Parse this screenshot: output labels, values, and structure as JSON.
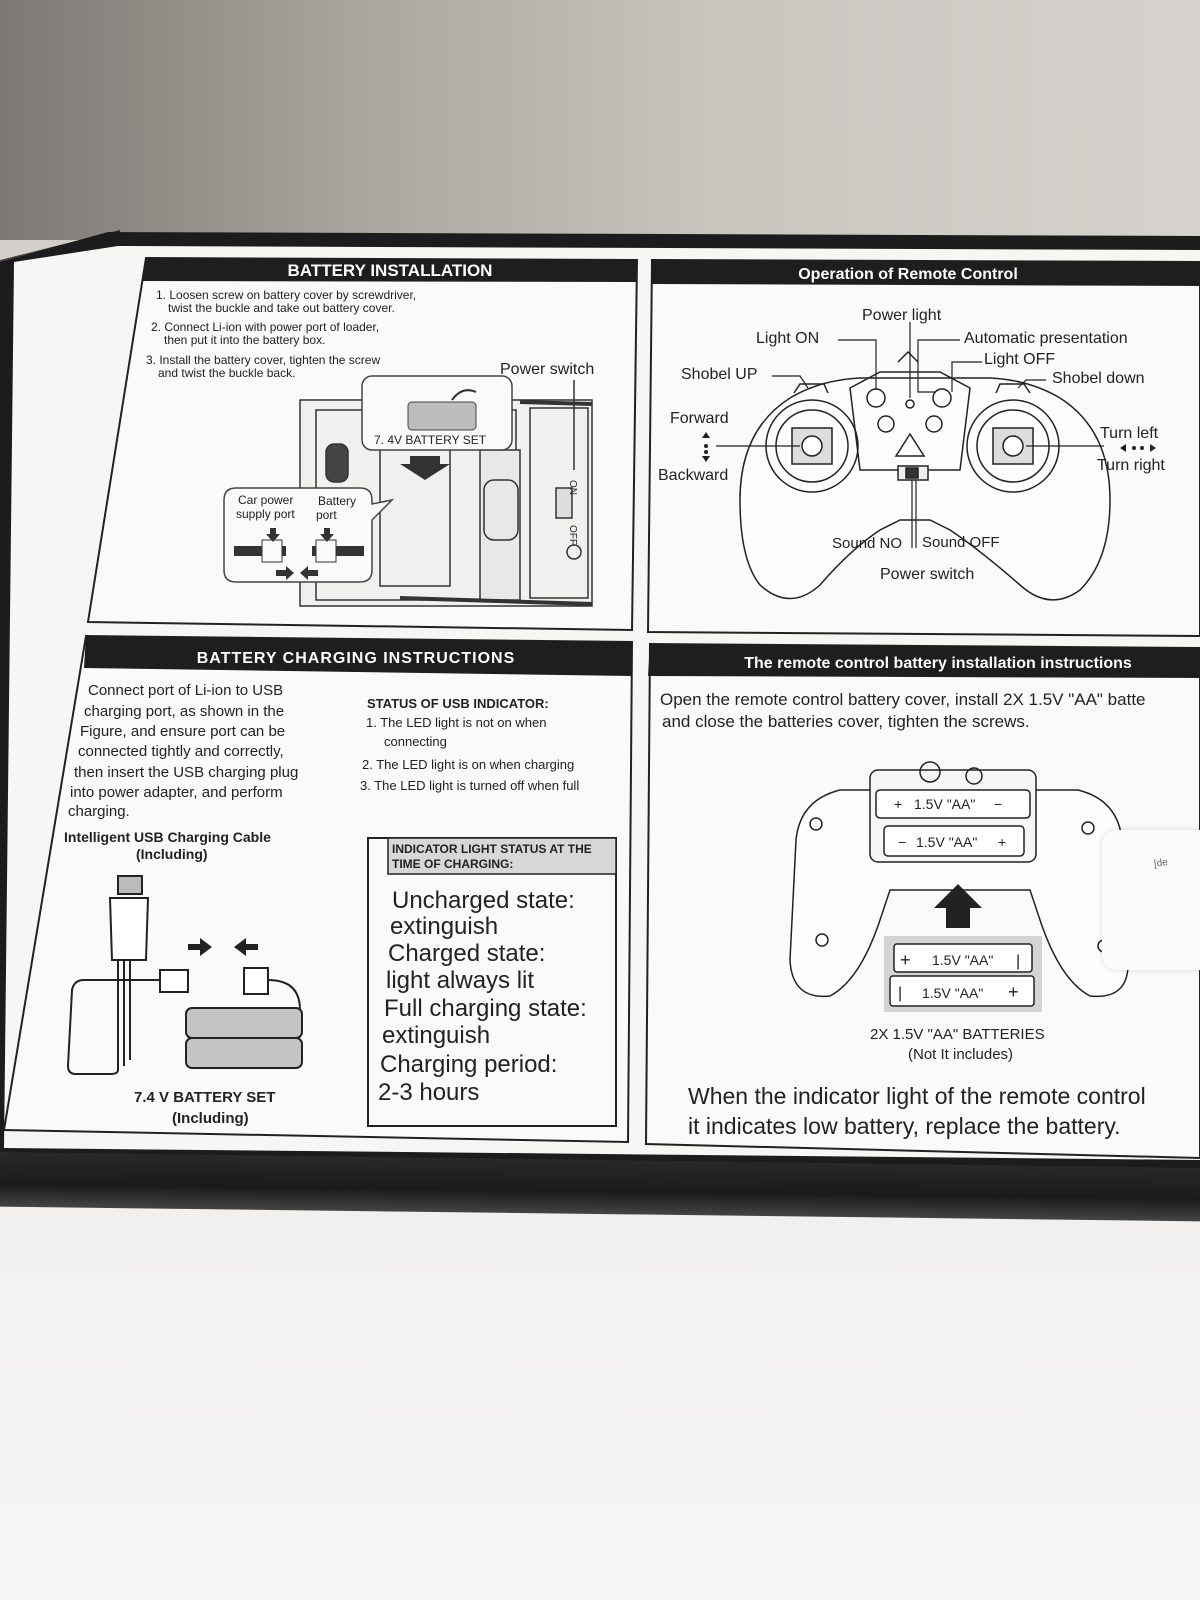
{
  "battery_installation": {
    "title": "BATTERY INSTALLATION",
    "step1_a": "1. Loosen screw on battery cover by screwdriver,",
    "step1_b": "twist the buckle and take out battery cover.",
    "step2_a": "2. Connect Li-ion  with power port of loader,",
    "step2_b": "then put it into the battery box.",
    "step3_a": "3. Install the battery cover, tighten the screw",
    "step3_b": "and twist the buckle back.",
    "power_switch": "Power switch",
    "battery_set": "7. 4V BATTERY SET",
    "car_power_a": "Car power",
    "car_power_b": "supply port",
    "battery_port_a": "Battery",
    "battery_port_b": "port",
    "on": "ON",
    "off": "OFF"
  },
  "remote_operation": {
    "title": "Operation of Remote Control",
    "power_light": "Power light",
    "light_on": "Light ON",
    "automatic_presentation": "Automatic presentation",
    "light_off": "Light OFF",
    "shobel_up": "Shobel UP",
    "shobel_down": "Shobel down",
    "forward": "Forward",
    "backward": "Backward",
    "turn_left": "Turn left",
    "turn_right": "Turn right",
    "sound_no": "Sound NO",
    "sound_off": "Sound OFF",
    "power_switch": "Power switch"
  },
  "charging": {
    "title": "BATTERY CHARGING INSTRUCTIONS",
    "para": [
      "Connect port of Li-ion to USB",
      "charging port, as shown in the",
      "Figure, and ensure port can be",
      "connected tightly and correctly,",
      "then insert the USB charging plug",
      "into power adapter, and perform",
      "charging."
    ],
    "cable_a": "Intelligent USB Charging Cable",
    "cable_b": "(Including)",
    "battery_a": "7.4 V BATTERY SET",
    "battery_b": "(Including)",
    "usb_status_title": "STATUS OF USB INDICATOR:",
    "usb_status": [
      "1. The LED light is not on when",
      "connecting",
      "2. The LED light is on when charging",
      "3. The LED light is turned off when full"
    ],
    "indicator_title_a": "INDICATOR LIGHT STATUS AT THE",
    "indicator_title_b": "TIME OF CHARGING:",
    "indicator_lines": [
      "Uncharged state:",
      "extinguish",
      "Charged state:",
      "light always lit",
      "Full charging state:",
      "extinguish",
      "Charging period:",
      "2-3 hours"
    ]
  },
  "remote_battery": {
    "title": "The remote control battery installation instructions",
    "para_a": "Open the remote control battery cover, install 2X 1.5V \"AA\" batte",
    "para_b": "and close the batteries cover, tighten the screws.",
    "aa_label": "1.5V \"AA\"",
    "batteries_a": "2X 1.5V \"AA\" BATTERIES",
    "batteries_b": "(Not It includes)",
    "low_a": "When the indicator light of the remote control",
    "low_b": "it indicates low battery, replace the battery.",
    "sticker": "[de"
  }
}
